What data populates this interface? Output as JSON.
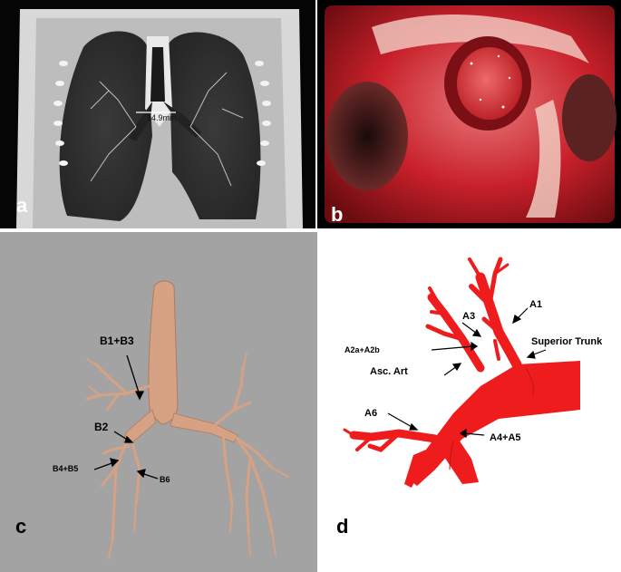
{
  "panels": {
    "a": {
      "letter": "a",
      "measurement_label": "14.9mm"
    },
    "b": {
      "letter": "b"
    },
    "c": {
      "letter": "c",
      "labels": {
        "b1_b3": "B1+B3",
        "b2": "B2",
        "b4_b5": "B4+B5",
        "b6": "B6"
      }
    },
    "d": {
      "letter": "d",
      "labels": {
        "a1": "A1",
        "a3": "A3",
        "superior_trunk": "Superior Trunk",
        "a2a_a2b": "A2a+A2b",
        "asc_art": "Asc. Art",
        "a6": "A6",
        "a4_a5": "A4+A5"
      }
    }
  },
  "colors": {
    "ct_background": "#050505",
    "bronch_red": "#c8202a",
    "airway_tan": "#d7a183",
    "panel_c_background": "#a3a3a3",
    "artery_red": "#ee1c1c"
  }
}
